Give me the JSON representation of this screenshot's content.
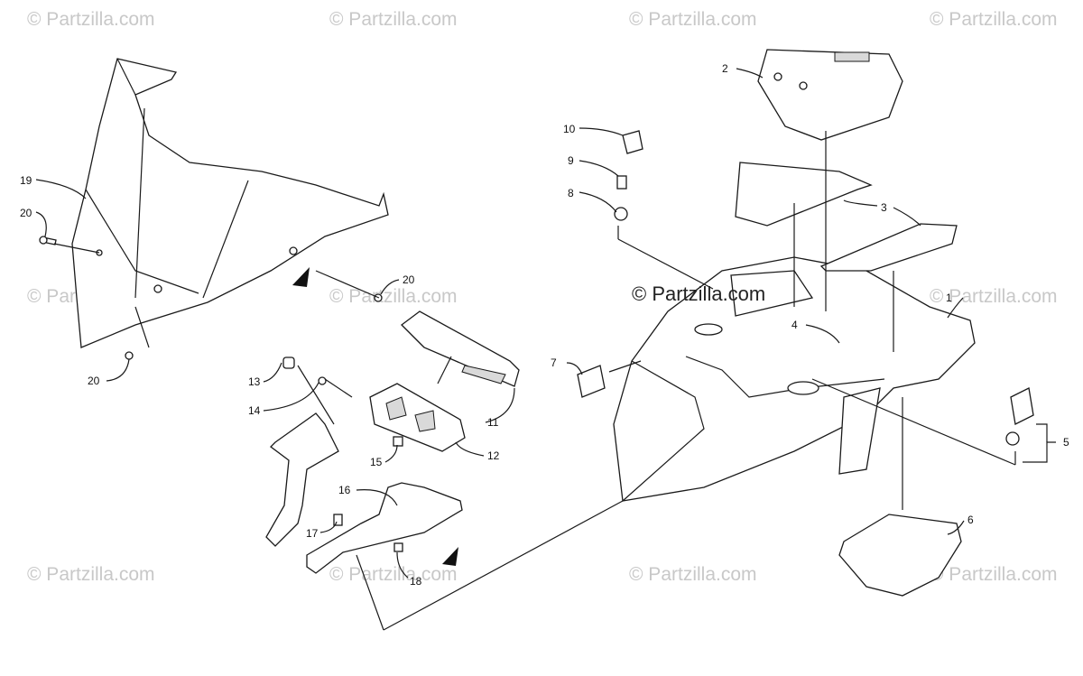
{
  "watermarks": {
    "center": "© Partzilla.com",
    "tile": "© Partzilla.com"
  },
  "callouts": [
    {
      "id": "1",
      "label": "1"
    },
    {
      "id": "2",
      "label": "2"
    },
    {
      "id": "3",
      "label": "3"
    },
    {
      "id": "4",
      "label": "4"
    },
    {
      "id": "5",
      "label": "5"
    },
    {
      "id": "6",
      "label": "6"
    },
    {
      "id": "7",
      "label": "7"
    },
    {
      "id": "8",
      "label": "8"
    },
    {
      "id": "9",
      "label": "9"
    },
    {
      "id": "10",
      "label": "10"
    },
    {
      "id": "11",
      "label": "11"
    },
    {
      "id": "12",
      "label": "12"
    },
    {
      "id": "13",
      "label": "13"
    },
    {
      "id": "14",
      "label": "14"
    },
    {
      "id": "15",
      "label": "15"
    },
    {
      "id": "16",
      "label": "16"
    },
    {
      "id": "17",
      "label": "17"
    },
    {
      "id": "18",
      "label": "18"
    },
    {
      "id": "19",
      "label": "19"
    },
    {
      "id": "20a",
      "label": "20"
    },
    {
      "id": "20b",
      "label": "20"
    },
    {
      "id": "20c",
      "label": "20"
    }
  ]
}
